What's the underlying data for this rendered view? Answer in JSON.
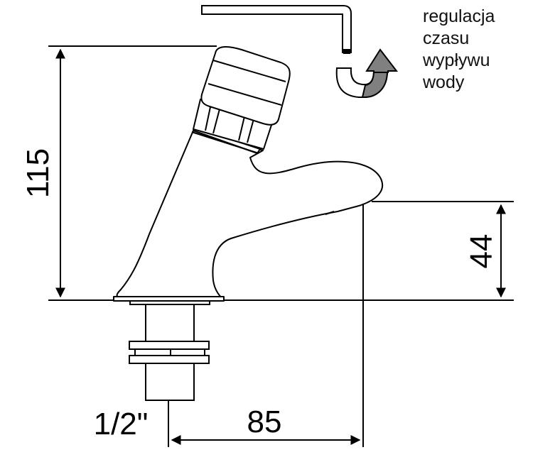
{
  "annotation": {
    "lines": [
      "regulacja",
      "czasu",
      "wypływu",
      "wody"
    ]
  },
  "dimensions": {
    "overall_height": "115",
    "spout_height": "44",
    "spout_reach": "85",
    "thread_size": "1/2\""
  },
  "icons": {
    "hex_key": "allen-key-icon",
    "rotation": "rotate-arrow-icon"
  },
  "colors": {
    "line": "#000000",
    "arrow_fill": "#808080",
    "background": "#ffffff"
  }
}
